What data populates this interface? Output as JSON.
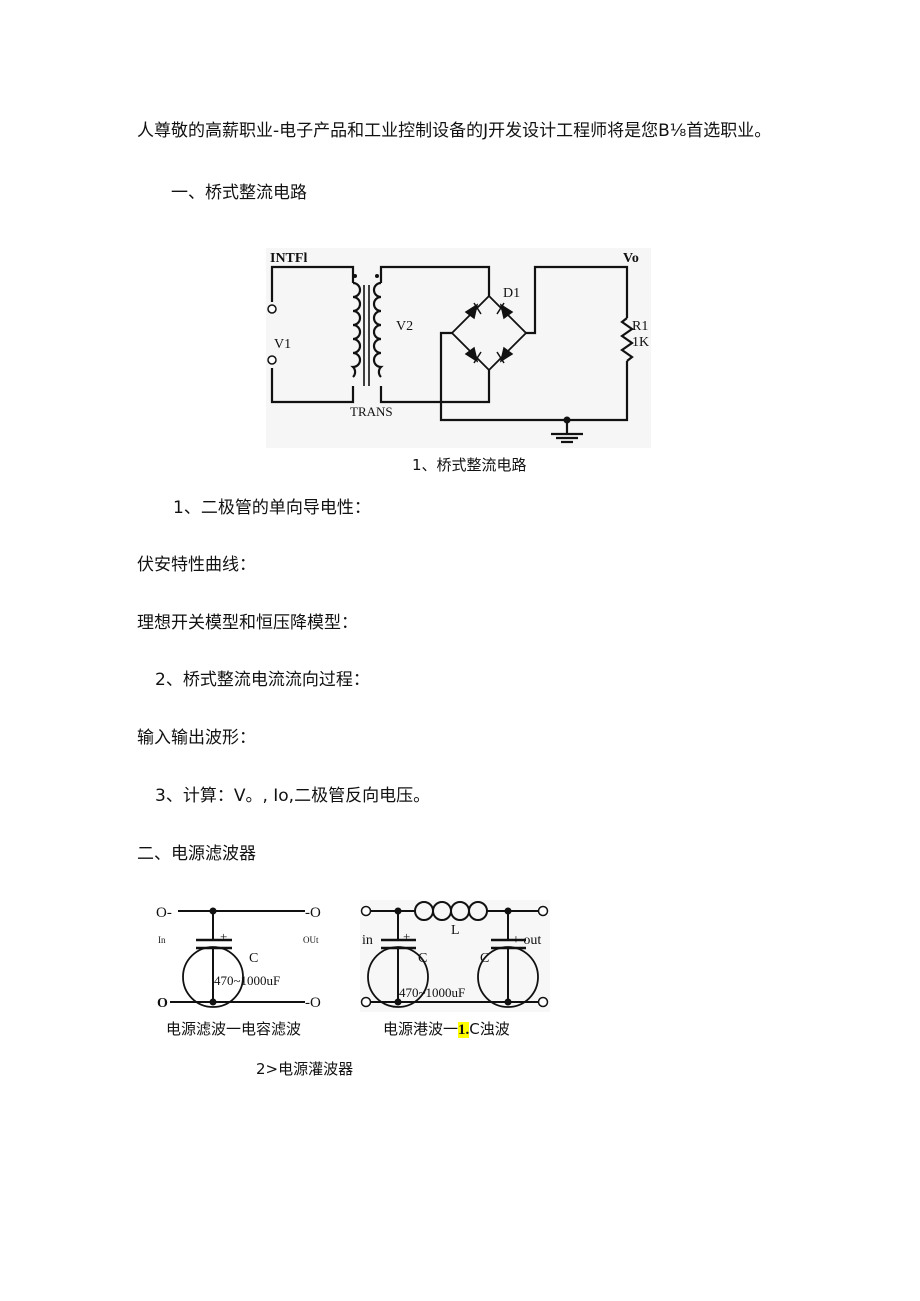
{
  "intro": "人尊敬的高薪职业-电子产品和工业控制设备的J开发设计工程师将是您B⅛首选职业。",
  "section1_title": "一、桥式整流电路",
  "fig1": {
    "label_input": "INTFl",
    "label_vo": "Vo",
    "label_d1": "D1",
    "label_v1": "V1",
    "label_v2": "V2",
    "label_r1": "R1",
    "label_1k": "1K",
    "label_trans": "TRANS",
    "caption": "1、桥式整流电路"
  },
  "item1": "1、二极管的单向导电性：",
  "line_va": "伏安特性曲线：",
  "line_model": "理想开关模型和恒压降模型：",
  "item2": "2、桥式整流电流流向过程：",
  "line_wave": "输入输出波形：",
  "item3": "3、计算：V。, Io,二极管反向电压。",
  "section2_title": "二、电源滤波器",
  "fig2": {
    "left": {
      "o_tl": "O-",
      "o_tr": "-O",
      "in": "In",
      "out": "OUt",
      "o_bl": "O",
      "o_br": "-O",
      "plus": "+",
      "c": "C",
      "cap_value": "470~1000uF",
      "caption": "电源滤波一电容滤波"
    },
    "right": {
      "in": "in",
      "plus1": "+",
      "plus_out": "+ out",
      "l": "L",
      "c1": "C",
      "c2": "C",
      "cap_value": "470~1000uF",
      "caption_pre": "电源港波一",
      "caption_hl": "1.",
      "caption_post": "C浊波"
    },
    "caption": "2>电源灌波器"
  }
}
